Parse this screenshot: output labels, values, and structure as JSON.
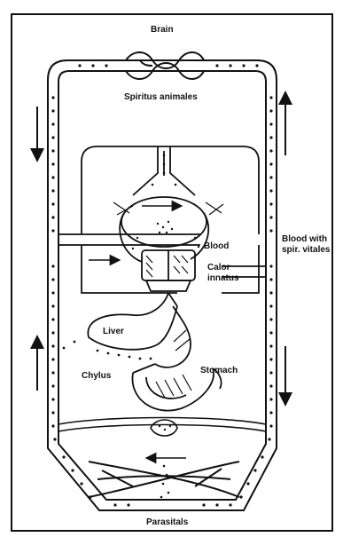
{
  "diagram": {
    "labels": {
      "brain": "Brain",
      "spiritus": "Spiritus animales",
      "blood": "Blood",
      "blood_with_line1": "Blood with",
      "blood_with_line2": "spir. vitales",
      "calor_line1": "Calor",
      "calor_line2": "innatus",
      "liver": "Liver",
      "chylus": "Chylus",
      "stomach": "Stomach",
      "parasitals": "Parasitals"
    },
    "colors": {
      "ink": "#111111",
      "paper": "#ffffff"
    }
  }
}
